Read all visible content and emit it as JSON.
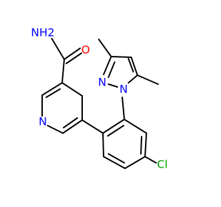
{
  "molecule": {
    "atoms": {
      "amide_nitrogen": {
        "label": "NH2",
        "color": "#0000ff"
      },
      "amide_oxygen": {
        "label": "O",
        "color": "#ff0000"
      },
      "pyridine_nitrogen": {
        "label": "N",
        "color": "#0000ff"
      },
      "pyrazole_n2": {
        "label": "N",
        "color": "#0000ff"
      },
      "pyrazole_n1": {
        "label": "N",
        "color": "#0000ff"
      },
      "chlorine": {
        "label": "Cl",
        "color": "#00a000"
      }
    },
    "colors": {
      "bond": "#000000",
      "background": "#ffffff"
    }
  }
}
